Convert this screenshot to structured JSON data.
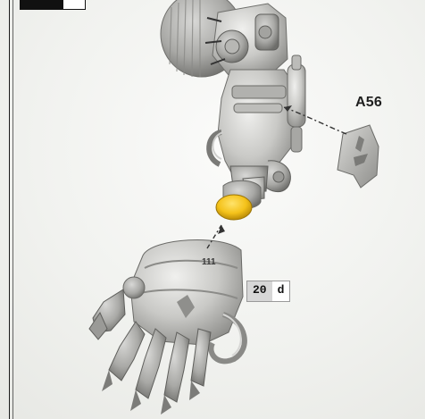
{
  "part_label": "A56",
  "guide_number": "111",
  "step": {
    "number": "20",
    "letter": "d"
  },
  "colors": {
    "frame": "#1b1b1b",
    "highlight_yellow": "#f4c21a",
    "part_shade": "#c8c8c6",
    "part_dark": "#8e8e8c"
  }
}
